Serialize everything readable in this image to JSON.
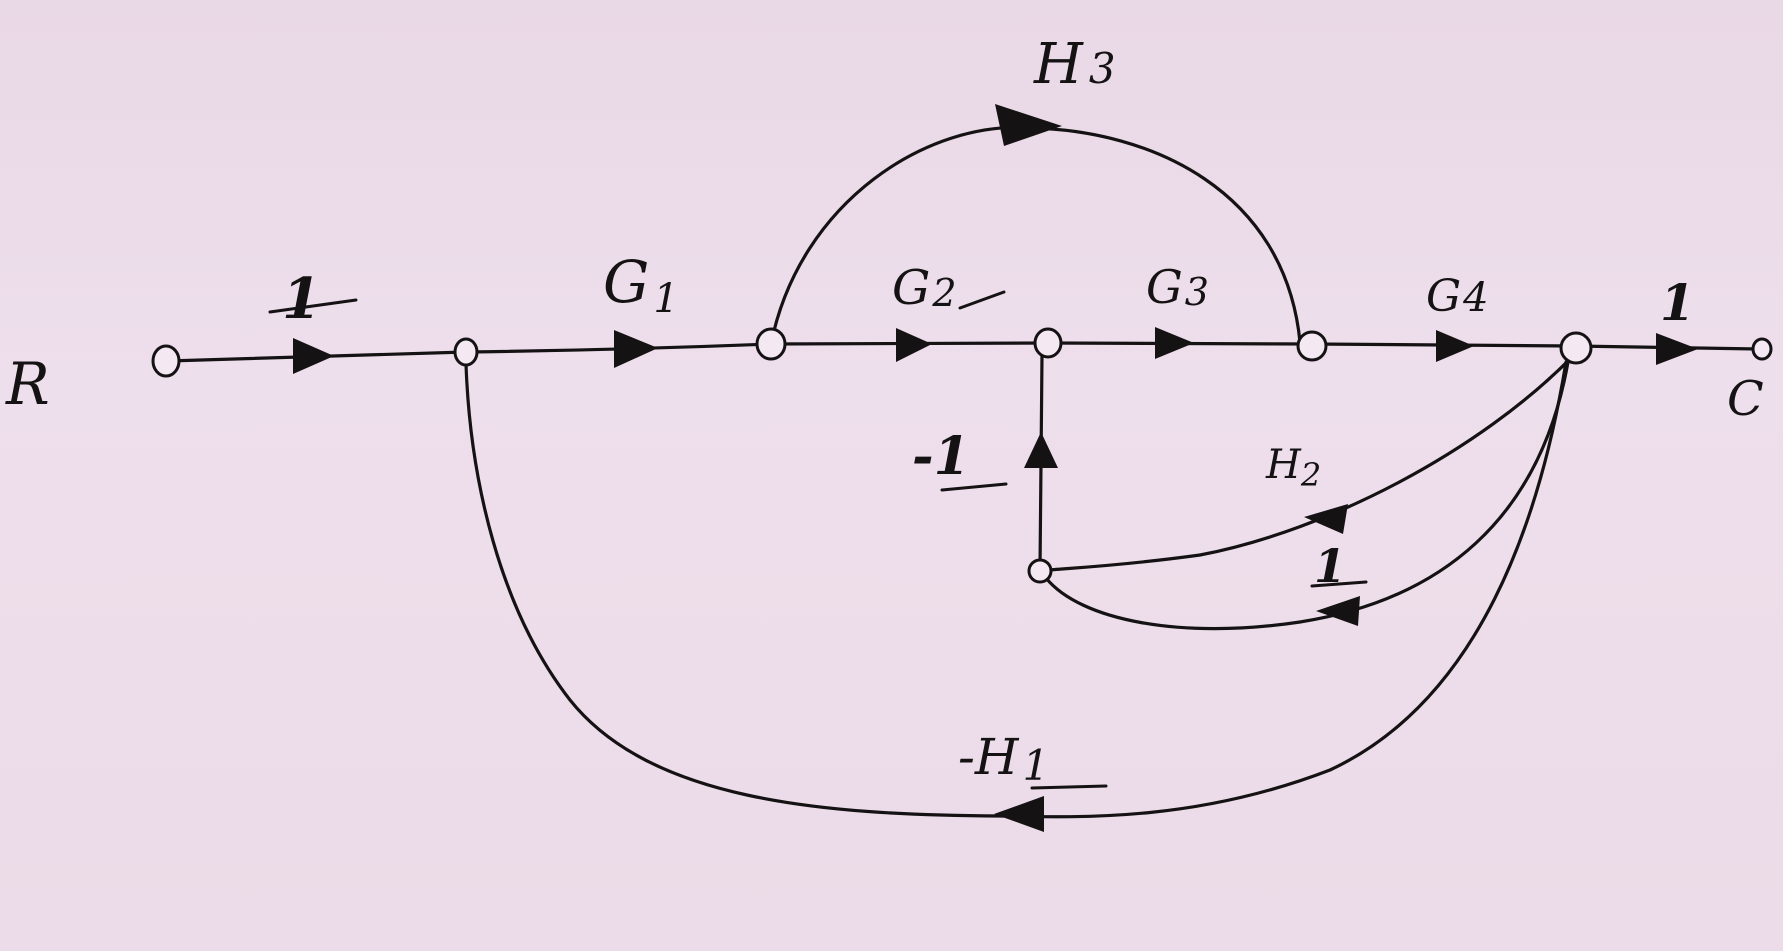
{
  "diagram": {
    "nodes": {
      "input": "R",
      "output": "C"
    },
    "branches": {
      "r_to_n1": "1",
      "g1": {
        "main": "G",
        "sub": "1"
      },
      "g2": {
        "main": "G",
        "sub": "2"
      },
      "g3": {
        "main": "G",
        "sub": "3"
      },
      "g4": {
        "main": "G",
        "sub": "4"
      },
      "n5_to_c": "1",
      "h3": {
        "main": "H",
        "sub": "3"
      },
      "minus_one": "-1",
      "h2": {
        "main": "H",
        "sub": "2"
      },
      "unity_feedback": "1",
      "h1": {
        "main": "-H",
        "sub": "1"
      }
    }
  }
}
